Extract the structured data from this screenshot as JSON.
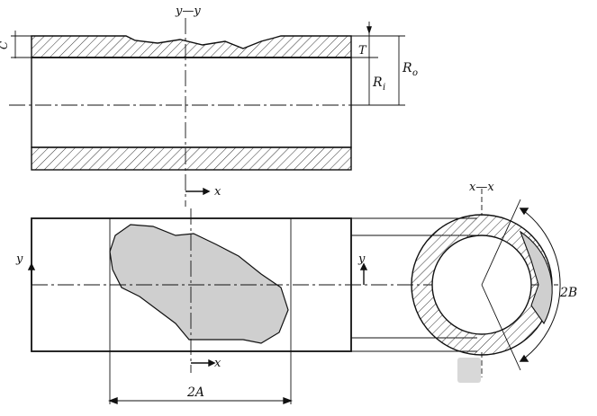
{
  "labels": {
    "section_yy": "y—y",
    "section_xx": "x—x",
    "dim_C": "C",
    "dim_T": "T",
    "dim_Ri": "R",
    "dim_Ri_sub": "i",
    "dim_Ro": "R",
    "dim_Ro_sub": "o",
    "axis_x_top": "x",
    "axis_x_bottom": "x",
    "axis_y_left": "y",
    "axis_y_right": "y",
    "dim_2A": "2A",
    "dim_2B": "2B"
  },
  "colors": {
    "line": "#111111",
    "defect_fill": "#cfcfcf",
    "hatch": "#333333"
  }
}
